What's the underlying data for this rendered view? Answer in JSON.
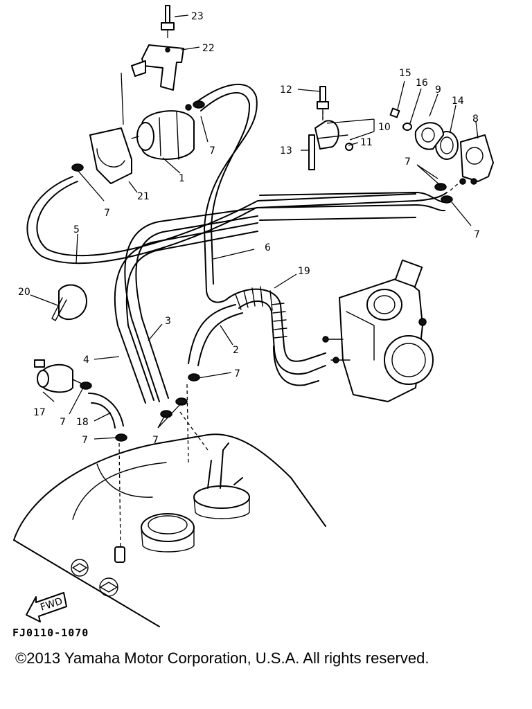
{
  "diagram": {
    "drawing_code": "FJ0110-1070",
    "copyright": "©2013 Yamaha Motor Corporation, U.S.A. All rights reserved.",
    "fwd_label": "FWD",
    "callouts": {
      "c1": "1",
      "c2": "2",
      "c3": "3",
      "c4": "4",
      "c5": "5",
      "c6": "6",
      "c8": "8",
      "c9": "9",
      "c10": "10",
      "c11": "11",
      "c12": "12",
      "c13": "13",
      "c14": "14",
      "c15": "15",
      "c16": "16",
      "c17": "17",
      "c18": "18",
      "c19": "19",
      "c20": "20",
      "c21": "21",
      "c22": "22",
      "c23": "23",
      "c7": "7"
    }
  }
}
